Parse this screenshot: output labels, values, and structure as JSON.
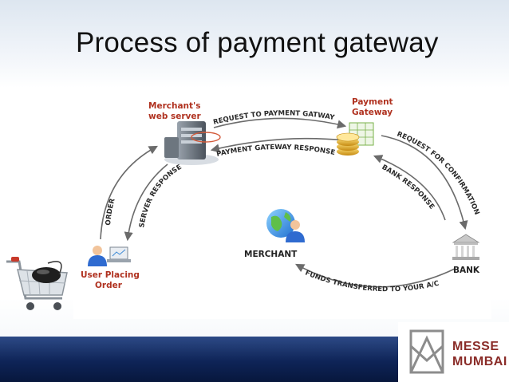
{
  "slide": {
    "title": "Process of payment gateway"
  },
  "nodes": {
    "merchant_server": [
      "Merchant's",
      "web server"
    ],
    "payment_gateway": [
      "Payment",
      "Gateway"
    ],
    "bank": "BANK",
    "merchant": "MERCHANT",
    "user": [
      "User Placing",
      "Order"
    ]
  },
  "flows": {
    "request_to_gateway": "REQUEST TO PAYMENT GATWAY",
    "gateway_response": "PAYMENT GATEWAY RESPONSE",
    "request_confirmation": "REQUEST FOR CONFIRMATION",
    "bank_response": "BANK RESPONSE",
    "funds_transferred": "FUNDS TRANSFERRED TO YOUR A/C",
    "order": "ORDER",
    "server_response": "SERVER RESPONSE"
  },
  "logo": {
    "line1": "MESSE",
    "line2": "MUMBAI"
  },
  "colors": {
    "node_label": "#b03220",
    "footer": "#0e2457",
    "logo": "#8a2c28"
  }
}
